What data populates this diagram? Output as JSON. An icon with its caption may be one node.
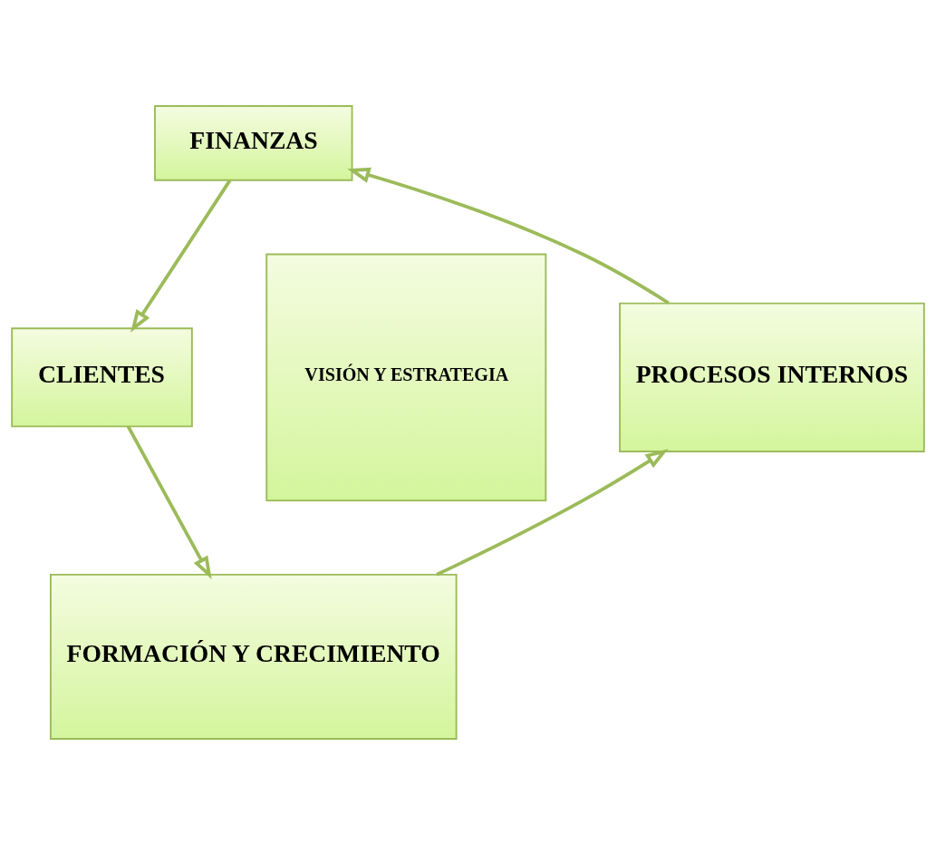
{
  "diagram": {
    "nodes": [
      {
        "text": [
          "FINANZAS"
        ]
      },
      {
        "text": [
          "CLIENTES"
        ]
      },
      {
        "text": [
          "VISIÓN Y ESTRATEGIA"
        ]
      },
      {
        "text": [
          "PROCESOS INTERNOS"
        ]
      },
      {
        "text": [
          "FORMACIÓN Y CRECIMIENTO"
        ]
      }
    ],
    "edges": [
      {
        "from": 0,
        "to": 1,
        "arrow": "to"
      },
      {
        "from": 1,
        "to": 4,
        "arrow": "to"
      },
      {
        "from": 4,
        "to": 3,
        "arrow": "to"
      },
      {
        "from": 3,
        "to": 0,
        "arrow": "to"
      }
    ]
  }
}
